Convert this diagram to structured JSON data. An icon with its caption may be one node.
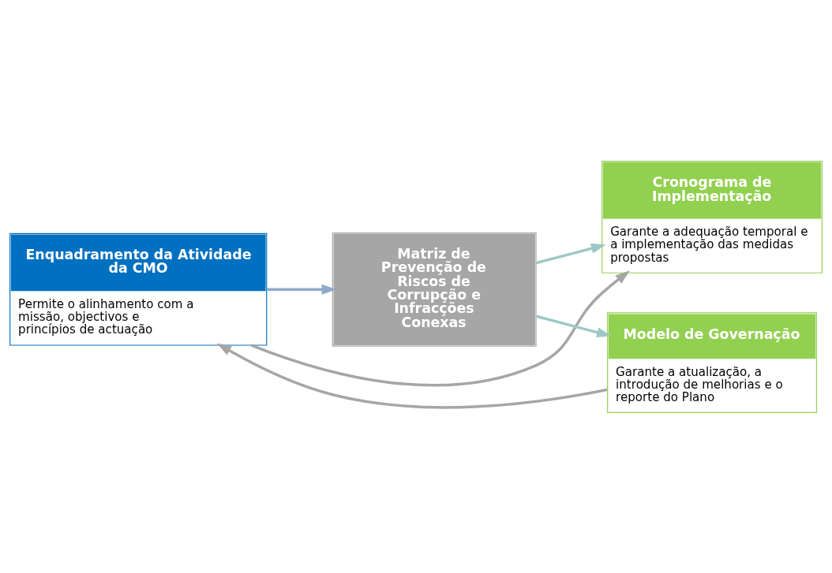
{
  "diagram": {
    "nodes": [
      {
        "text": [
          "Enquadramento da Atividade da CMO",
          "Permite o alinhamento com a missão, objectivos e princípios de actuação"
        ]
      },
      {
        "text": [
          "Matriz de Prevenção de Riscos de Corrupção e Infracções Conexas"
        ]
      },
      {
        "text": [
          "Cronograma de Implementação",
          "Garante a adequação temporal e a implementação das medidas propostas"
        ]
      },
      {
        "text": [
          "Modelo de Governação",
          "Garante a atualização, a introdução de melhorias e o reporte do Plano"
        ]
      }
    ],
    "edges": [
      {
        "from": 0,
        "to": 1,
        "arrow": "to",
        "color": "#8eaacb"
      },
      {
        "from": 1,
        "to": 2,
        "arrow": "to",
        "color": "#9ec8c8"
      },
      {
        "from": 1,
        "to": 3,
        "arrow": "to",
        "color": "#9ec8c8"
      },
      {
        "from": 0,
        "to": 2,
        "arrow": "to",
        "color": "#a6a6a6"
      },
      {
        "from": 3,
        "to": 0,
        "arrow": "to",
        "color": "#a6a6a6"
      }
    ]
  }
}
